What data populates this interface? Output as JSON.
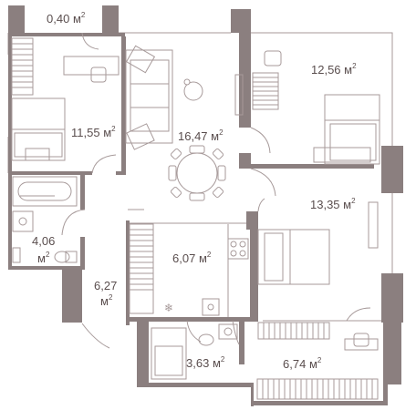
{
  "colors": {
    "wall": "#8b7f7f",
    "thin_line": "#a79a9a",
    "text": "#5a4e4e",
    "background": "#ffffff"
  },
  "rooms": [
    {
      "id": "balcony",
      "area": "0,40",
      "unit": "м",
      "sup": "2"
    },
    {
      "id": "bedroom-left",
      "area": "11,55",
      "unit": "м",
      "sup": "2"
    },
    {
      "id": "living",
      "area": "16,47",
      "unit": "м",
      "sup": "2"
    },
    {
      "id": "bedroom-top-right",
      "area": "12,56",
      "unit": "м",
      "sup": "2"
    },
    {
      "id": "bedroom-right",
      "area": "13,35",
      "unit": "м",
      "sup": "2"
    },
    {
      "id": "bathroom-small",
      "area": "4,06",
      "unit": "м",
      "sup": "2"
    },
    {
      "id": "kitchen",
      "area": "6,07",
      "unit": "м",
      "sup": "2"
    },
    {
      "id": "hall",
      "area": "6,27",
      "unit": "м",
      "sup": "2"
    },
    {
      "id": "bathroom-bottom",
      "area": "3,63",
      "unit": "м",
      "sup": "2"
    },
    {
      "id": "dressing",
      "area": "6,74",
      "unit": "м",
      "sup": "2"
    }
  ],
  "icons": [
    "bed-icon",
    "sofa-icon",
    "dining-table-icon",
    "bathtub-icon",
    "sink-icon",
    "toilet-icon",
    "stove-icon",
    "wardrobe-icon",
    "desk-icon",
    "chair-icon",
    "plant-icon",
    "door-swing-icon",
    "fridge-icon",
    "shower-icon"
  ]
}
